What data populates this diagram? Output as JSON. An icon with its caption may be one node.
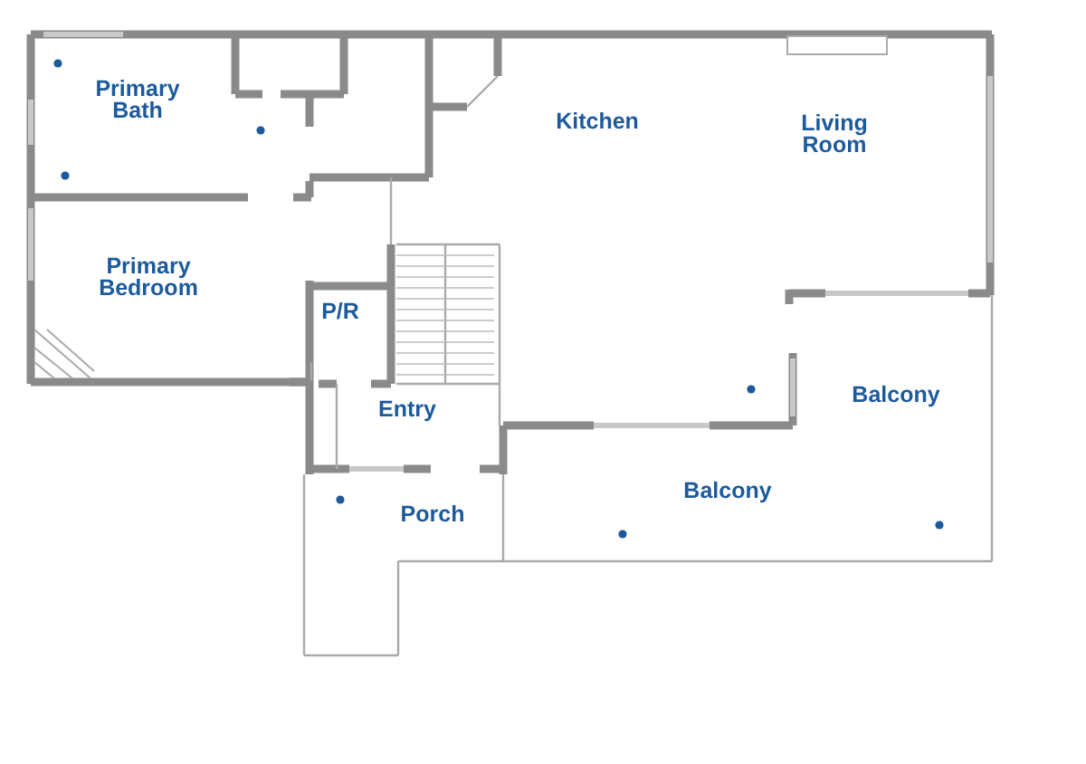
{
  "diagram": {
    "labels": [
      "Primary Bath",
      "Kitchen",
      "Living Room",
      "Primary Bedroom",
      "P/R",
      "Balcony",
      "Entry",
      "Balcony",
      "Porch"
    ]
  }
}
